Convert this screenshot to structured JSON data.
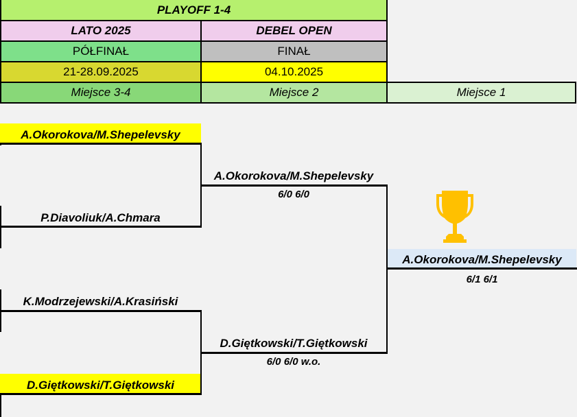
{
  "header": {
    "title": "PLAYOFF 1-4",
    "columns": [
      {
        "event": "LATO 2025",
        "round": "PÓŁFINAŁ",
        "date": "21-28.09.2025",
        "place": "Miejsce 3-4"
      },
      {
        "event": "DEBEL OPEN",
        "round": "FINAŁ",
        "date": "04.10.2025",
        "place": "Miejsce 2"
      },
      {
        "place": "Miejsce 1"
      }
    ]
  },
  "colors": {
    "title_bg": "#b6f06e",
    "event_bg": "#f0cdec",
    "semifinal_round_bg": "#7ee08a",
    "final_round_bg": "#bfbfbf",
    "semifinal_date_bg": "#d8d830",
    "final_date_bg": "#ffff00",
    "place34_bg": "#88d878",
    "place2_bg": "#b4e6a0",
    "place1_bg": "#daf1d2",
    "winner_highlight": "#ffff00",
    "champion_bg": "#dce9f7",
    "trophy": "#ffc000"
  },
  "bracket": {
    "semifinals": [
      {
        "team_top": "A.Okorokova/M.Shepelevsky",
        "team_bottom": "P.Diavoliuk/A.Chmara",
        "winner": "A.Okorokova/M.Shepelevsky",
        "score": "6/0 6/0"
      },
      {
        "team_top": "K.Modrzejewski/A.Krasiński",
        "team_bottom": "D.Giętkowski/T.Giętkowski",
        "winner": "D.Giętkowski/T.Giętkowski",
        "score": "6/0 6/0 w.o."
      }
    ],
    "final": {
      "champion": "A.Okorokova/M.Shepelevsky",
      "score": "6/1 6/1",
      "icon": "trophy-icon"
    }
  }
}
